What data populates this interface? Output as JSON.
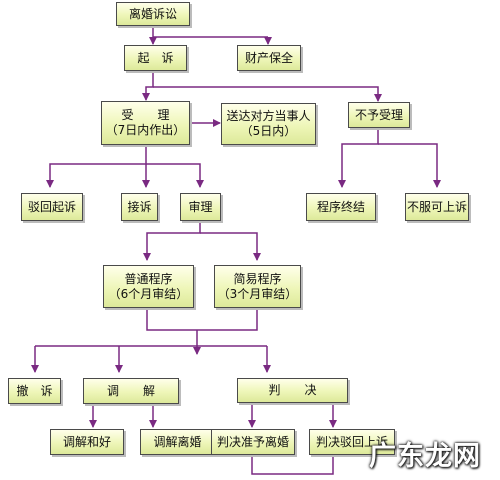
{
  "nodes": {
    "divorce_litigation": "离婚诉讼",
    "prosecution": "起　诉",
    "property_preservation": "财产保全",
    "acceptance": "受　　理",
    "acceptance_note": "（7日内作出）",
    "serve_parties": "送达对方当事人",
    "serve_note": "（5日内）",
    "not_accepted": "不予受理",
    "reject_suit": "驳回起诉",
    "jurisdiction_objection": "接诉",
    "trial": "审理",
    "procedure_ends": "程序终结",
    "appeal_dissatisfied": "不服可上诉",
    "ordinary_procedure": "普通程序",
    "ordinary_note": "（6个月审结）",
    "simple_procedure": "简易程序",
    "simple_note": "（3个月审结）",
    "withdraw_suit": "撤　诉",
    "mediation": "调　　解",
    "judgment": "判　　决",
    "mediate_reconcile": "调解和好",
    "mediate_divorce": "调解离婚",
    "judge_divorce": "判决准予离婚",
    "judge_reject": "判决驳回上诉"
  },
  "watermark": "广东龙网",
  "colors": {
    "arrow": "#7a2a82",
    "node_border": "#4a4a4a"
  }
}
